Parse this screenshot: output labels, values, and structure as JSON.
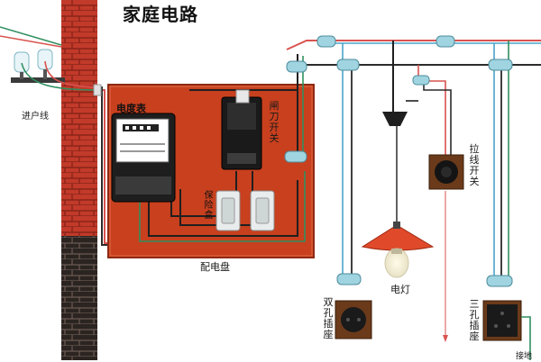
{
  "title": "家庭电路",
  "labels": {
    "incoming_line": "进户线",
    "meter": "电度表",
    "knife_switch": "闸刀开关",
    "fuse_box": "保险盒",
    "distribution_board": "配电盘",
    "pull_switch": "拉线开关",
    "lamp": "电灯",
    "two_hole_socket": "双孔插座",
    "three_hole_socket": "三孔插座",
    "cut_off_text": "接地"
  },
  "colors": {
    "wall_red": "#c0392b",
    "wall_dark": "#2b2220",
    "board": "#c8401e",
    "wire_red": "#d9534f",
    "wire_blue": "#4aa3c8",
    "wire_green": "#2f8f5f",
    "insulator": "#9fd4e0",
    "lamp_shade": "#e04a2a"
  }
}
